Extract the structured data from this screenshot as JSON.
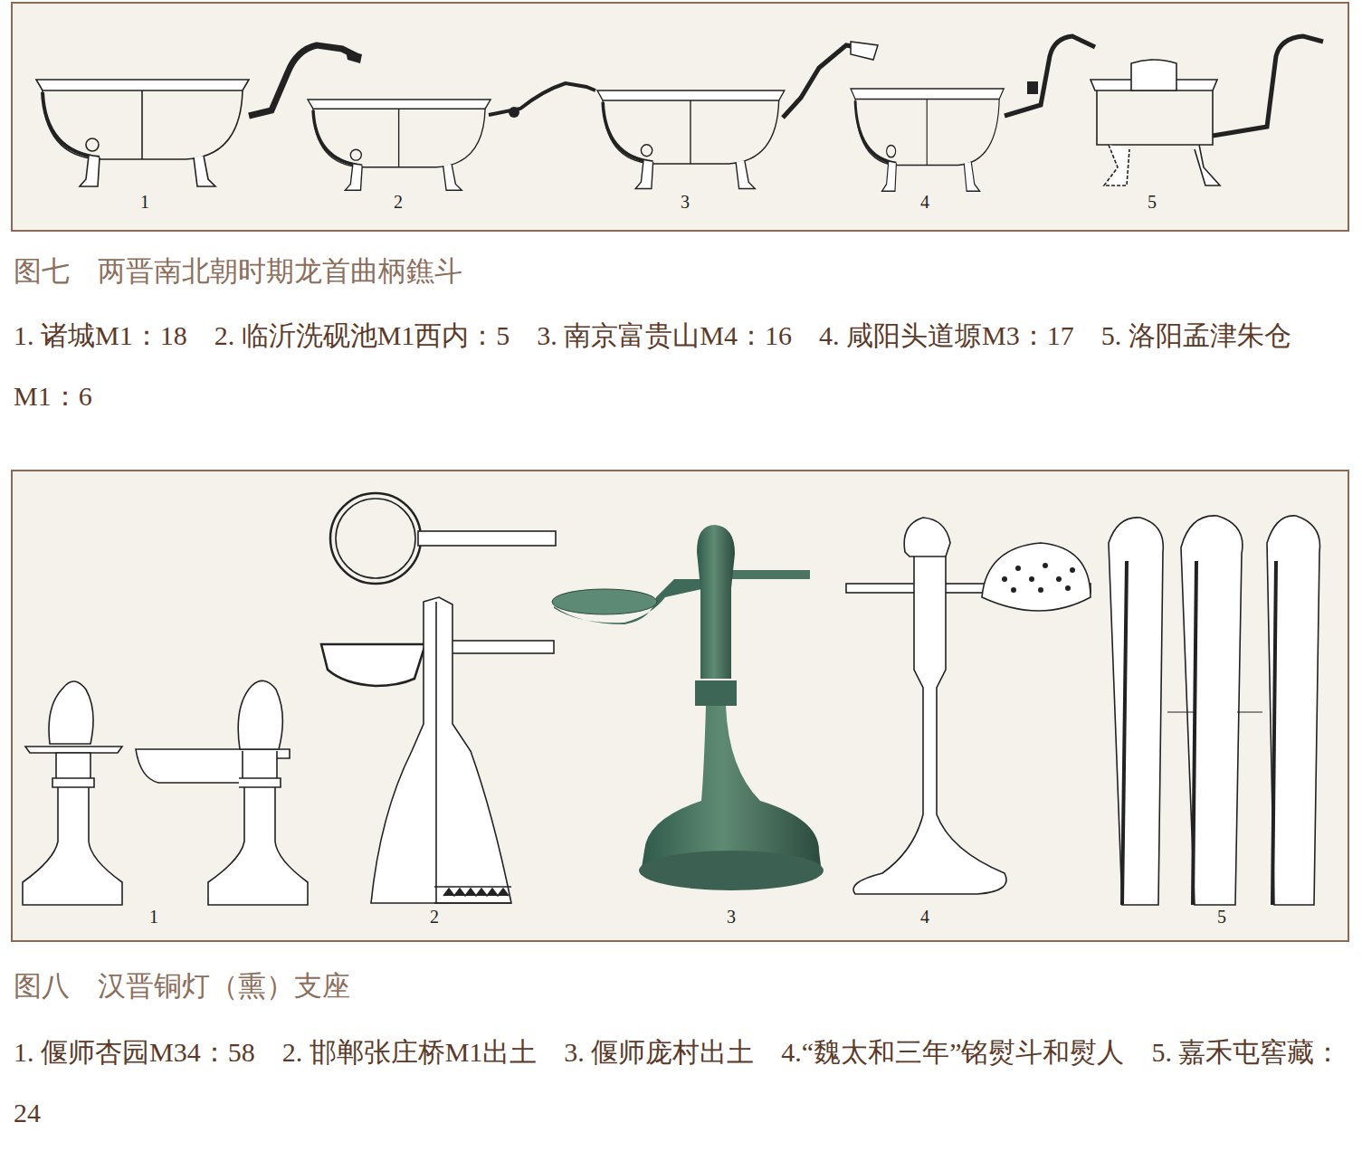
{
  "diagram": {
    "labels": [
      "1",
      "2",
      "3",
      "4",
      "5",
      "图七　两晋南北朝时期龙首曲柄鐎斗",
      "1. 诸城M1：18　2. 临沂洗砚池M1西内：5　3. 南京富贵山M4：16　4. 咸阳头道塬M3：17　5. 洛阳孟津朱仓M1：6",
      "1",
      "2",
      "3",
      "4",
      "5",
      "图八　汉晋铜灯（熏）支座",
      "1. 偃师杏园M34：58　2. 邯郸张庄桥M1出土　3. 偃师庞村出土　4.“魏太和三年”铭熨斗和熨人　5. 嘉禾屯窖藏：24"
    ]
  }
}
